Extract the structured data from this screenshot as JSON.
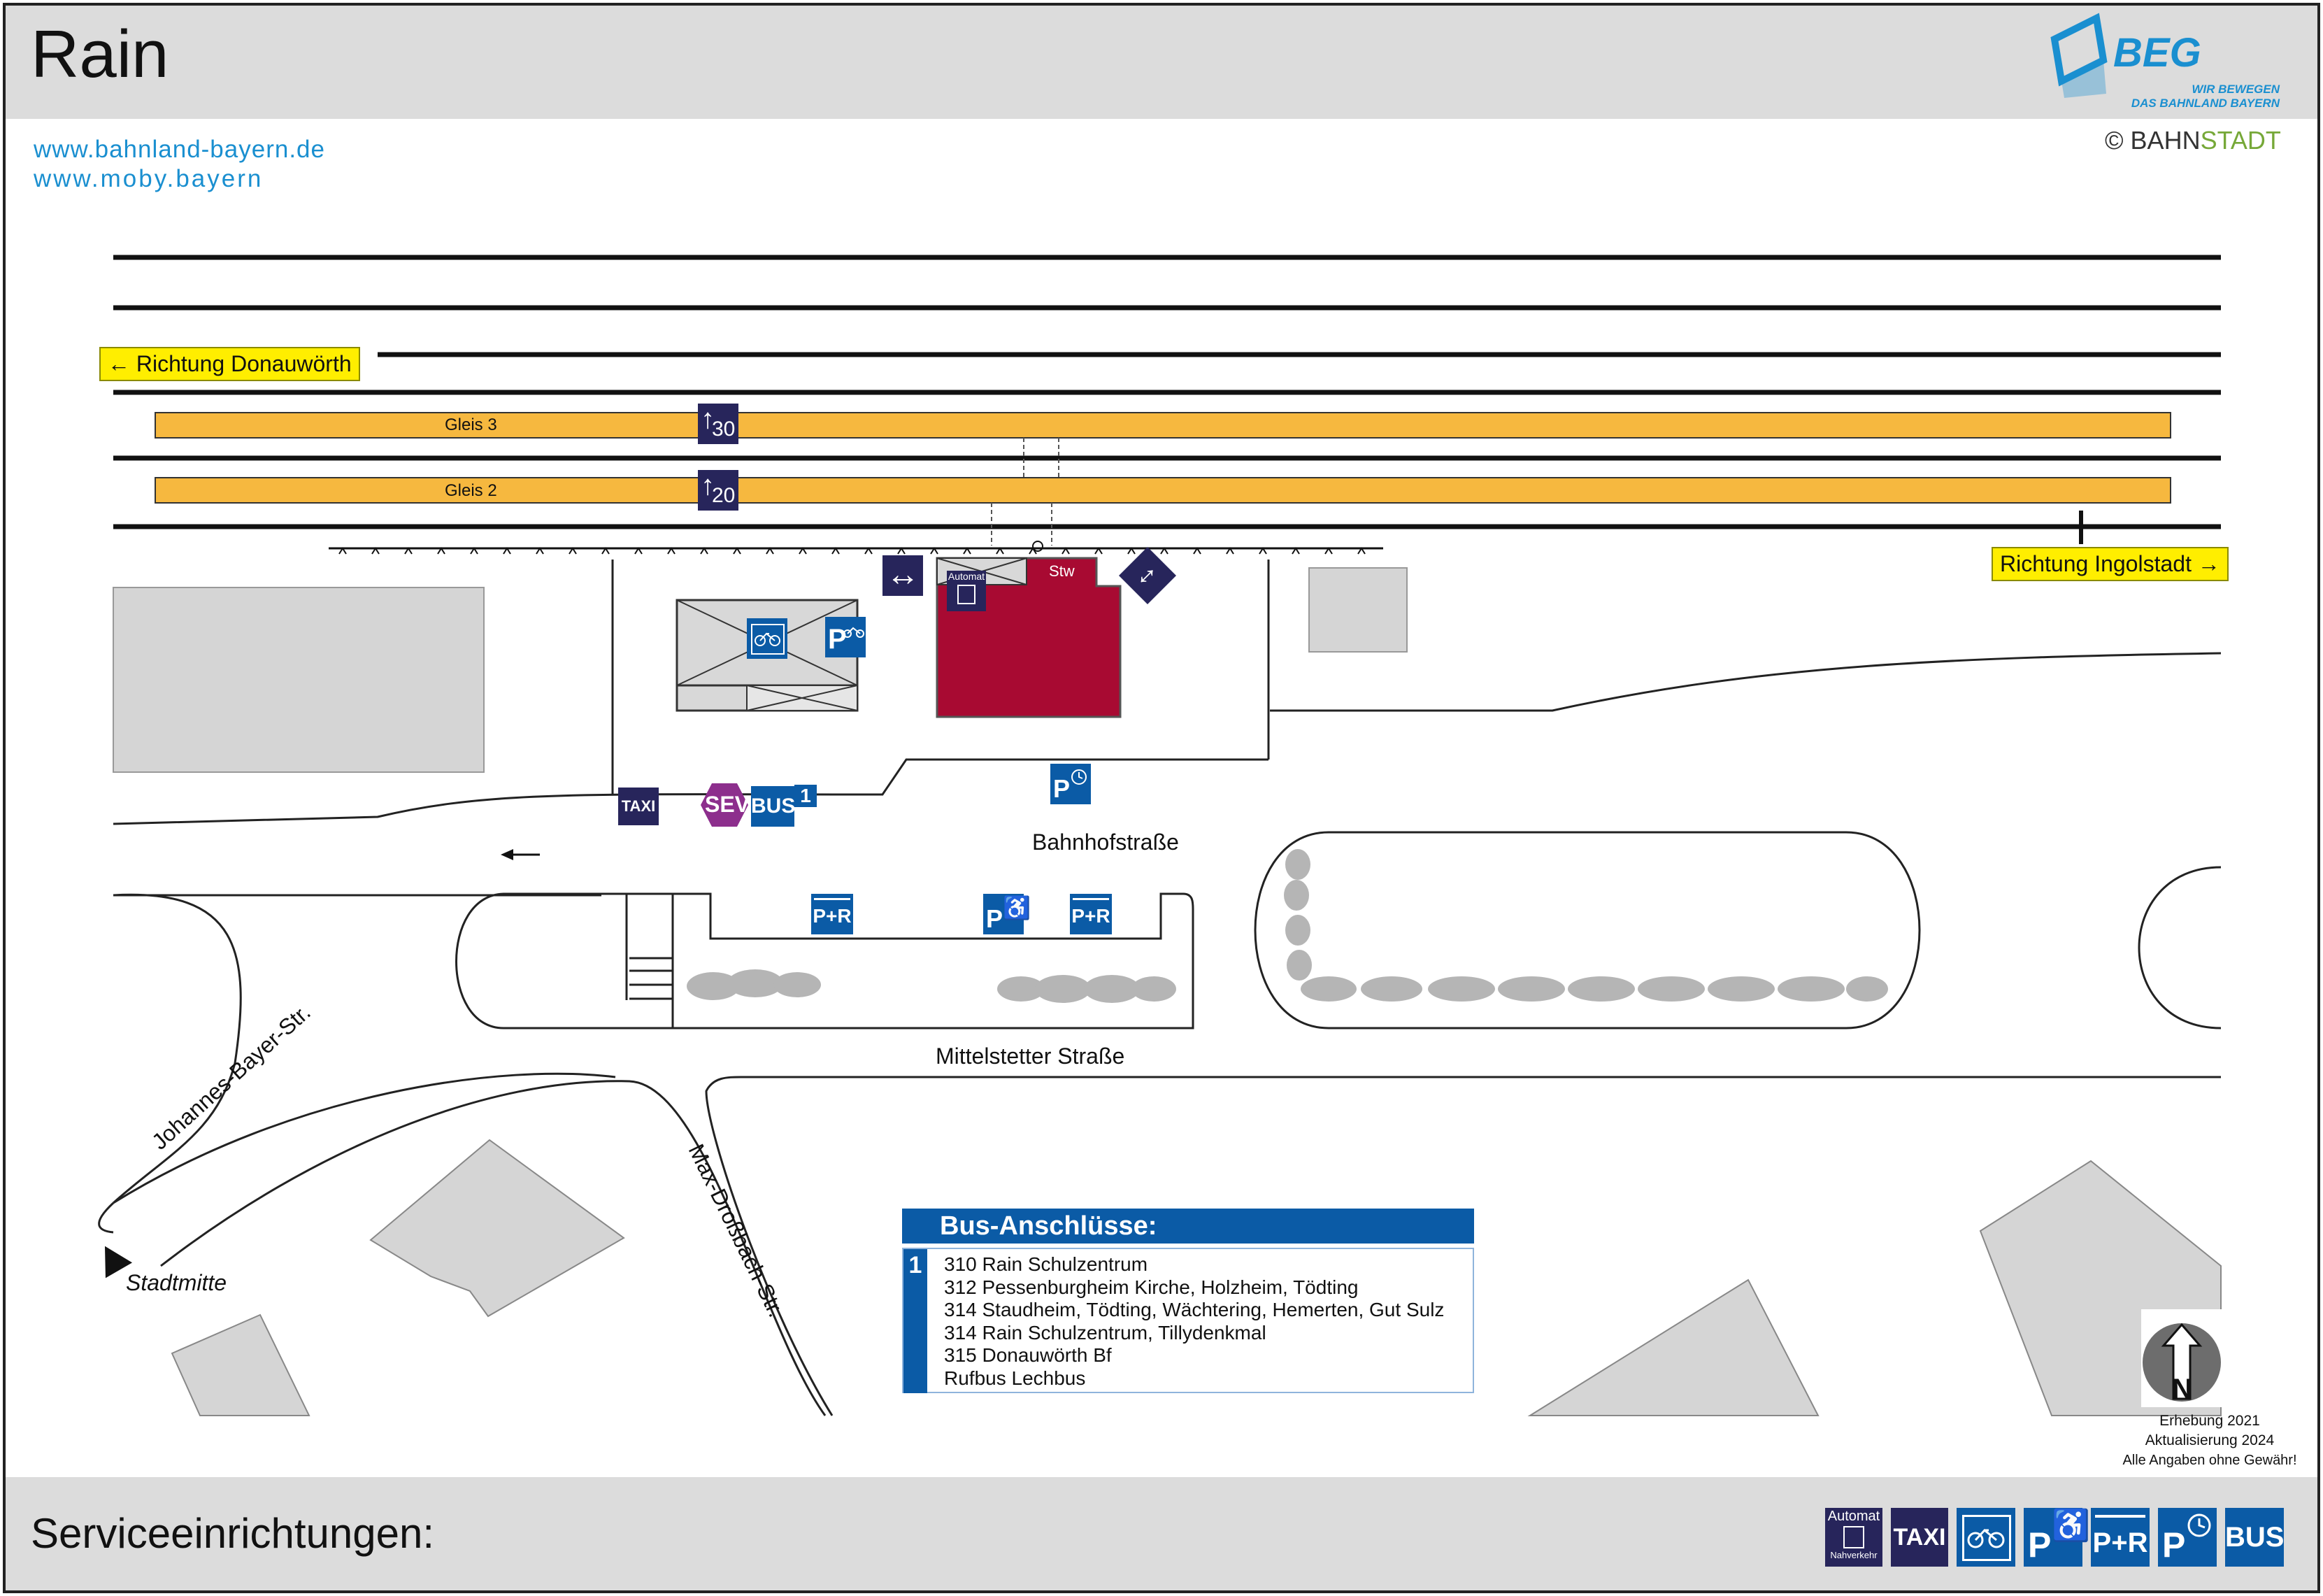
{
  "header": {
    "title": "Rain",
    "urls": [
      "www.bahnland-bayern.de",
      "www.moby.bayern"
    ],
    "logo_name": "BEG",
    "logo_slogan": [
      "WIR BEWEGEN",
      "DAS BAHNLAND BAYERN"
    ],
    "copyright_symbol": "©",
    "copyright_brand_part1": "BAHN",
    "copyright_brand_part2": "STADT"
  },
  "colors": {
    "platform": "#f6b83f",
    "station_building": "#a80a32",
    "track": "#111111",
    "building": "#d5d5d5",
    "direction_sign": "#ffee00",
    "pictogram_dark": "#27255b",
    "pictogram_blue": "#0b5ba6",
    "sev": "#8d2f8d",
    "header_bg": "#dcdcdc",
    "url": "#1a8fd0",
    "bahnstadt_accent": "#76a838"
  },
  "tracks": {
    "platforms": [
      {
        "name": "Gleis 3",
        "sector": "30"
      },
      {
        "name": "Gleis 2",
        "sector": "20"
      }
    ],
    "directions": {
      "west": "Richtung Donauwörth",
      "east": "Richtung Ingolstadt"
    }
  },
  "station": {
    "building_label": "Stw",
    "ticket_machine_label": "Automat"
  },
  "pictogram_text": {
    "taxi": "TAXI",
    "sev": "SEV",
    "bus": "BUS",
    "bus_line": "1",
    "park_and_ride": "P+R",
    "parking": "P"
  },
  "streets": {
    "bahnhofstrasse": "Bahnhofstraße",
    "mittelstetter": "Mittelstetter Straße",
    "johannes_bayer": "Johannes-Bayer-Str.",
    "max_drossbach": "Max-Droßbach-Str.",
    "stadtmitte": "Stadtmitte"
  },
  "bus_connections": {
    "title": "Bus-Anschlüsse:",
    "line": "1",
    "stops": [
      "310 Rain Schulzentrum",
      "312 Pessenburgheim Kirche, Holzheim, Tödting",
      "314 Staudheim, Tödting, Wächtering, Hemerten, Gut Sulz",
      "314 Rain Schulzentrum, Tillydenkmal",
      "315 Donauwörth Bf",
      "Rufbus Lechbus"
    ]
  },
  "compass": {
    "label": "N"
  },
  "survey": {
    "year": "Erhebung 2021",
    "update": "Aktualisierung 2024",
    "disclaimer": "Alle Angaben ohne Gewähr!"
  },
  "services": {
    "title": "Serviceeinrichtungen:",
    "items": [
      {
        "icon": "ticket-machine-icon",
        "text": "Automat",
        "sub": "Nahverkehr"
      },
      {
        "icon": "taxi-icon",
        "text": "TAXI"
      },
      {
        "icon": "bicycle-parking-icon",
        "text": ""
      },
      {
        "icon": "disabled-parking-icon",
        "text": "P"
      },
      {
        "icon": "park-and-ride-icon",
        "text": "P+R"
      },
      {
        "icon": "short-term-parking-icon",
        "text": "P"
      },
      {
        "icon": "bus-icon",
        "text": "BUS"
      }
    ]
  }
}
